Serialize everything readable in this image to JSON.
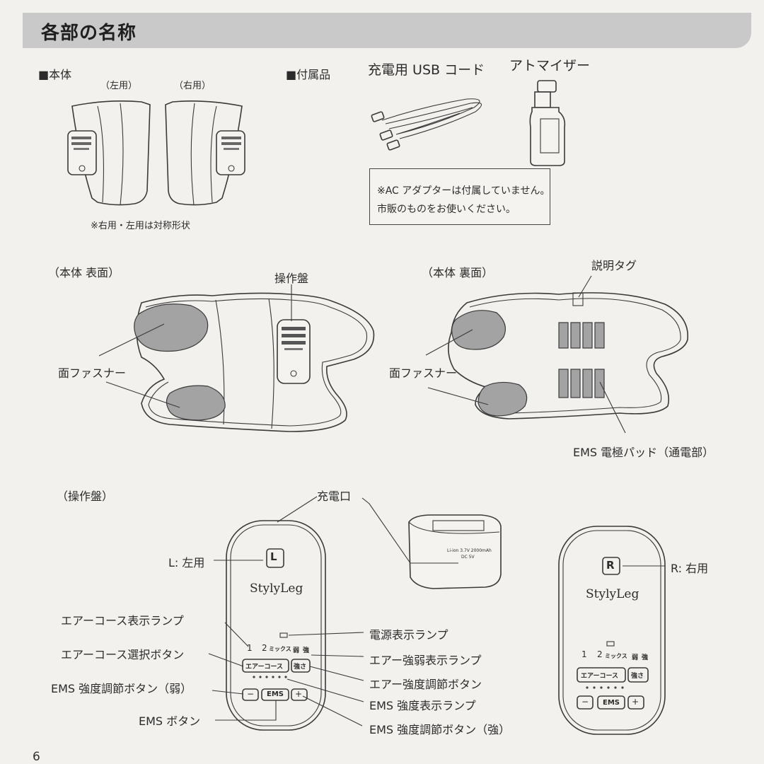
{
  "header": {
    "title": "各部の名称"
  },
  "page_number": "6",
  "main_unit": {
    "section_label": "■本体",
    "left_label": "（左用）",
    "right_label": "（右用）",
    "note": "※右用・左用は対称形状"
  },
  "accessories": {
    "section_label": "■付属品",
    "usb_cord": "充電用 USB コード",
    "atomizer": "アトマイザー",
    "notice_line1": "※AC アダプターは付属していません。",
    "notice_line2": "市販のものをお使いください。"
  },
  "front_view": {
    "caption": "（本体 表面）",
    "control_panel": "操作盤",
    "fastener": "面ファスナー"
  },
  "back_view": {
    "caption": "（本体 裏面）",
    "tag": "説明タグ",
    "fastener": "面ファスナー",
    "ems_pad": "EMS 電極パッド（通電部）"
  },
  "control_panel_section": {
    "caption": "（操作盤）",
    "charging_port": "充電口",
    "left_use": "L: 左用",
    "right_use": "R: 右用",
    "air_course_lamp": "エアーコース表示ランプ",
    "air_course_button": "エアーコース選択ボタン",
    "ems_weak_button": "EMS 強度調節ボタン（弱）",
    "ems_button_label": "EMS ボタン",
    "power_lamp": "電源表示ランプ",
    "air_strength_lamp": "エアー強弱表示ランプ",
    "air_strength_button": "エアー強度調節ボタン",
    "ems_strength_lamp": "EMS 強度表示ランプ",
    "ems_strong_button": "EMS 強度調節ボタン（強）"
  },
  "device": {
    "brand": "StylyLeg",
    "left_badge": "L",
    "right_badge": "R",
    "mode1": "1",
    "mode2": "2",
    "mode_mix": "ミックス",
    "weak": "弱",
    "strong": "強",
    "air_course_btn": "エアーコース",
    "strength_btn": "強さ",
    "minus": "−",
    "ems": "EMS",
    "plus": "+",
    "battery_spec": "Li-ion 3.7V 2000mAh",
    "battery_dc": "DC 5V"
  }
}
